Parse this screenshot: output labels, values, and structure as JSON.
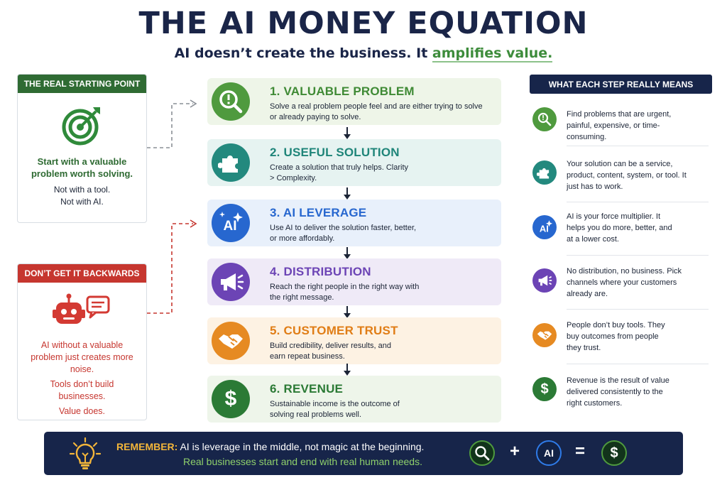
{
  "title": "THE AI MONEY EQUATION",
  "subtitle": {
    "prefix": "AI doesn’t create the business. It ",
    "highlight": "amplifies value."
  },
  "start_card": {
    "header": "THE REAL STARTING POINT",
    "icon": "target-icon",
    "main_text": "Start with a valuable problem worth solving.",
    "line1": "Not with a tool.",
    "line2": "Not with AI."
  },
  "backwards_card": {
    "header": "DON’T GET IT BACKWARDS",
    "icon": "robot-chat-icon",
    "text1": "AI without a valuable problem just creates more noise.",
    "text2": "Tools don’t build businesses.",
    "text3": "Value does."
  },
  "steps": [
    {
      "title": "1. VALUABLE PROBLEM",
      "desc": "Solve a real problem people feel and are either trying to solve or already paying to solve.",
      "icon": "magnifier-question-icon",
      "color": "#4f9a3e",
      "bg": "#eef5e8"
    },
    {
      "title": "2. USEFUL SOLUTION",
      "desc": "Create a solution that truly helps. Clarity > Complexity.",
      "icon": "puzzle-icon",
      "color": "#23897e",
      "bg": "#e6f3f1"
    },
    {
      "title": "3. AI LEVERAGE",
      "desc": "Use AI to deliver the solution faster, better, or more affordably.",
      "icon": "ai-sparkle-icon",
      "color": "#2767cf",
      "bg": "#e8f0fb"
    },
    {
      "title": "4. DISTRIBUTION",
      "desc": "Reach the right people in the right way with the right message.",
      "icon": "megaphone-icon",
      "color": "#6c44b5",
      "bg": "#efeaf7"
    },
    {
      "title": "5. CUSTOMER TRUST",
      "desc": "Build credibility, deliver results, and earn repeat business.",
      "icon": "handshake-icon",
      "color": "#e68a22",
      "bg": "#fdf2e3"
    },
    {
      "title": "6. REVENUE",
      "desc": "Sustainable income is the outcome of solving real problems well.",
      "icon": "dollar-icon",
      "color": "#2b7a35",
      "bg": "#eef5ea"
    }
  ],
  "meanings": {
    "header": "WHAT EACH STEP REALLY MEANS",
    "items": [
      {
        "text": "Find problems that are urgent, painful, expensive, or time-consuming.",
        "icon": "magnifier-icon"
      },
      {
        "text": "Your solution can be a service, product, content, system, or tool. It just has to work.",
        "icon": "puzzle-icon"
      },
      {
        "text": "AI is your force multiplier. It helps you do more, better, and at a lower cost.",
        "icon": "ai-sparkle-icon"
      },
      {
        "text": "No distribution, no business. Pick channels where your customers already are.",
        "icon": "megaphone-icon"
      },
      {
        "text": "People don’t buy tools. They buy outcomes from people they trust.",
        "icon": "handshake-icon"
      },
      {
        "text": "Revenue is the result of value delivered consistently to the right customers.",
        "icon": "dollar-icon"
      }
    ]
  },
  "banner": {
    "label": "REMEMBER:",
    "line1": " AI is leverage in the middle, not magic at the beginning.",
    "line2": "Real businesses start and end with real human needs.",
    "plus": "+",
    "equals": "=",
    "ai_label": "AI",
    "dollar": "$"
  },
  "colors": {
    "navy": "#17254a",
    "green": "#2f6b33",
    "red": "#c6362f",
    "gold": "#f4b63a"
  }
}
